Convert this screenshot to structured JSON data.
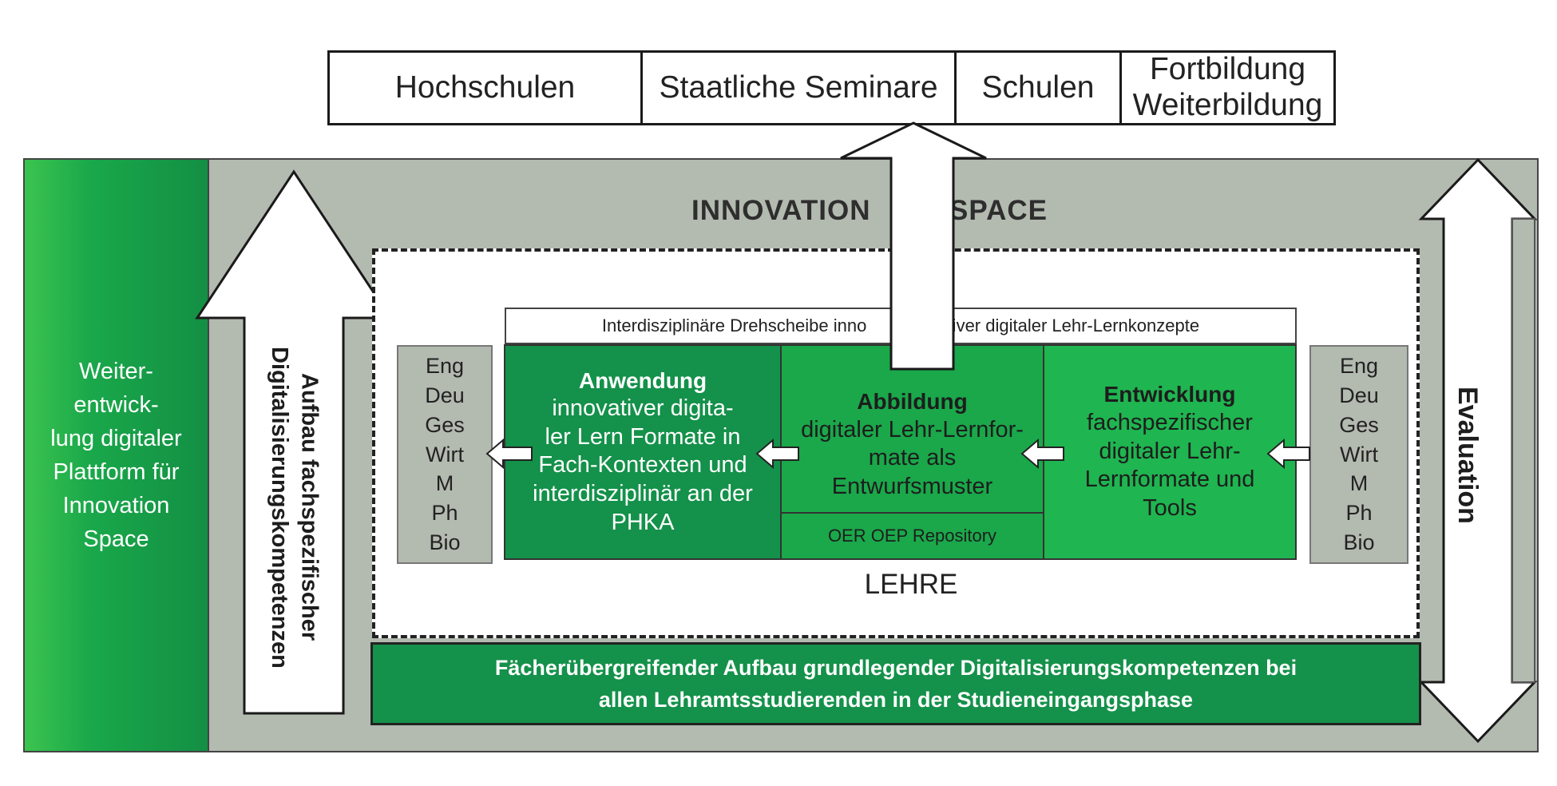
{
  "top_row": {
    "hochschulen": "Hochschulen",
    "seminare": "Staatliche Seminare",
    "schulen": "Schulen",
    "fortbildung_line1": "Fortbildung",
    "fortbildung_line2": "Weiterbildung"
  },
  "innovation_space": {
    "title_left": "INNOVATION",
    "title_right": "SPACE"
  },
  "left_panel": {
    "lines": [
      "Weiter-",
      "entwick-",
      "lung digitaler",
      "Plattform für",
      "Innovation",
      "Space"
    ]
  },
  "left_arrow": {
    "line1": "Aufbau fachspezifischer",
    "line2": "Digitalisierungskompetenzen"
  },
  "evaluation": {
    "label": "Evaluation"
  },
  "banner": {
    "left": "Interdisziplinäre Drehscheibe inno",
    "right": "vativer digitaler Lehr-Lernkonzepte"
  },
  "subjects_left": [
    "Eng",
    "Deu",
    "Ges",
    "Wirt",
    "M",
    "Ph",
    "Bio"
  ],
  "subjects_right": [
    "Eng",
    "Deu",
    "Ges",
    "Wirt",
    "M",
    "Ph",
    "Bio"
  ],
  "anwendung": {
    "title": "Anwendung",
    "lines": [
      "innovativer digita-",
      "ler Lern Formate in",
      "Fach-Kontexten und",
      "interdisziplinär an der",
      "PHKA"
    ]
  },
  "abbildung": {
    "title": "Abbildung",
    "lines": [
      "digitaler Lehr-Lernfor-",
      "mate als",
      "Entwurfsmuster"
    ],
    "repository": "OER OEP Repository"
  },
  "entwicklung": {
    "title": "Entwicklung",
    "lines": [
      "fachspezifischer",
      "digitaler Lehr-",
      "Lernformate und",
      "Tools"
    ]
  },
  "lehre": "LEHRE",
  "bottom_bar": {
    "line1": "Fächerübergreifender Aufbau grundlegender Digitalisierungskompetenzen bei",
    "line2": "allen Lehramtsstudierenden in der Studieneingangsphase"
  },
  "colors": {
    "dark_green": "#14914a",
    "mid_green": "#1aa84a",
    "light_green": "#22b550",
    "gray": "#b3bab0"
  }
}
